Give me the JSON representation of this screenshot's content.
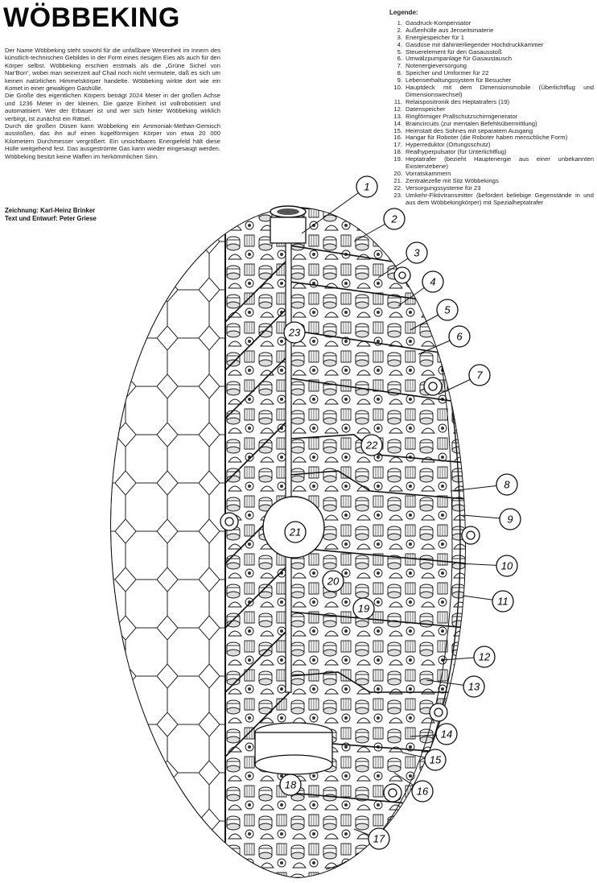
{
  "title": "WÖBBEKING",
  "intro": [
    "Der Name Wöbbeking steht sowohl für die unfaßbare Wesenheit im Innern des künstlich-technischen Gebildes in der Form eines riesigen Eies als auch für den Körper selbst. Wöbbeking erschien erstmals als die „Grüne Sichel von Nar'Bon“, wobei man seinerzeit auf Chail noch nicht vermutete, daß es sich um keinen natürlichen Himmelskörper handelte. Wöbbeking wirkte dort wie ein Komet in einer gewaltigen Gashülle.",
    "Die Größe des eigentlichen Körpers beträgt 2024 Meter in der großen Achse und 1236 Meter in der kleinen. Die ganze Einheit ist vollrobotisiert und automatisiert. Wer der Erbauer ist und wer sich hinter Wöbbeking wirklich verbirgt, ist zunächst ein Rätsel.",
    "Durch die großen Düsen kann Wöbbeking ein Ammoniak-Methan-Gemisch ausstoßen, das ihn auf einen kugelförmigen Körper von etwa 20 000 Kilometern Durchmesser vergrößert. Ein unsichtbares Energiefeld hält diese Hülle weitgehend fest. Das ausgeströmte Gas kann wieder eingesaugt werden. Wöbbeking besitzt keine Waffen im herkömmlichen Sinn."
  ],
  "credits": {
    "drawing": "Zeichnung: Karl-Heinz Brinker",
    "text": "Text und Entwurf: Peter Griese"
  },
  "legend": {
    "title": "Legende:",
    "items": [
      {
        "n": "1.",
        "text": "Gasdruck-Kompensator"
      },
      {
        "n": "2.",
        "text": "Außenhülle aus Jenseitsmaterie"
      },
      {
        "n": "3.",
        "text": "Energiespeicher für 1"
      },
      {
        "n": "4.",
        "text": "Gasdüse mit dahinterliegender Hochdruckkammer"
      },
      {
        "n": "5.",
        "text": "Steuerelement für den Gasausstoß"
      },
      {
        "n": "6.",
        "text": "Umwälzpumpanlage für Gasaustausch"
      },
      {
        "n": "7.",
        "text": "Notenergieversorgung"
      },
      {
        "n": "8.",
        "text": "Speicher und Umformer für 22"
      },
      {
        "n": "9.",
        "text": "Lebenserhaltungssystem für Besucher"
      },
      {
        "n": "10.",
        "text": "Hauptdeck mit dem Dimensionsmobile (Überlichtflug und Dimensionswechsel)"
      },
      {
        "n": "11.",
        "text": "Relaispositronik des Heptatrafers (19)"
      },
      {
        "n": "12.",
        "text": "Datenspeicher"
      },
      {
        "n": "13.",
        "text": "Ringförmiger Prallschutzschirmgenerator"
      },
      {
        "n": "14.",
        "text": "Braincircuits (zur mentalen Befehlsübermittlung)"
      },
      {
        "n": "15.",
        "text": "Heimstatt des Sohnes mit separatem Ausgang"
      },
      {
        "n": "16.",
        "text": "Hangar für Roboter (die Roboter haben menschliche Form)"
      },
      {
        "n": "17.",
        "text": "Hyperreduktor (Ortungsschutz)"
      },
      {
        "n": "18.",
        "text": "Realhyperpulsator (für Unterlichtflug)"
      },
      {
        "n": "19.",
        "text": "Heptatrafer (bezieht Hauptenergie aus einer unbekannten Existenzebene)"
      },
      {
        "n": "20.",
        "text": "Vorratskammern"
      },
      {
        "n": "21.",
        "text": "Zentralezelle mit Sitz Wöbbekings"
      },
      {
        "n": "22.",
        "text": "Versorgungssysteme für 23"
      },
      {
        "n": "23.",
        "text": "Umkehr-Fiktivtransmitter (befördert beliebige Gegenstände in und aus dem Wöbbekingkörper) mit Spezialheptatrafer"
      }
    ]
  },
  "callouts": [
    "1",
    "2",
    "3",
    "4",
    "5",
    "6",
    "7",
    "8",
    "9",
    "10",
    "11",
    "12",
    "13",
    "14",
    "15",
    "16",
    "17",
    "18",
    "19",
    "20",
    "21",
    "22",
    "23"
  ],
  "colors": {
    "ink": "#111111",
    "paper": "#ffffff",
    "shade": "#e8e8e8"
  }
}
